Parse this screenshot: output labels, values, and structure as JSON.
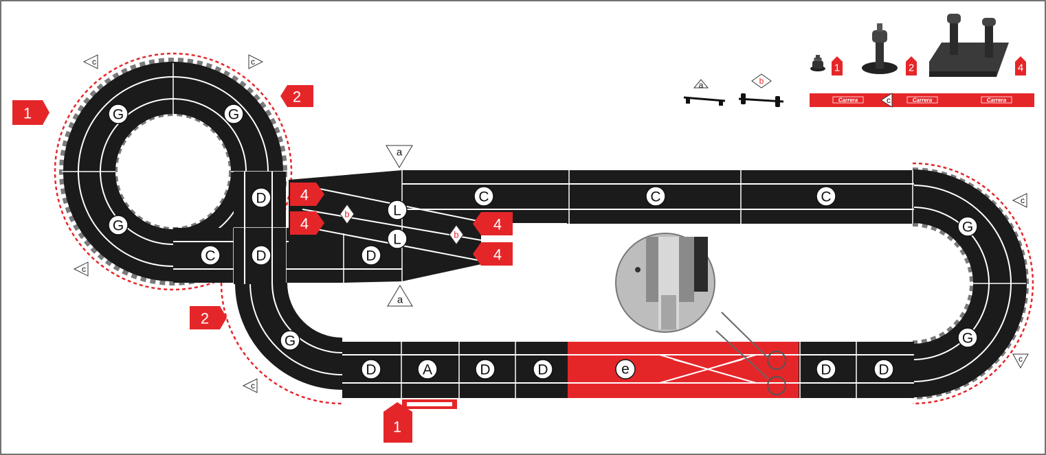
{
  "colors": {
    "track": "#1b1b1b",
    "lane": "#ffffff",
    "accent": "#e52629",
    "curb": "#777777",
    "border": "#444444"
  },
  "labels": {
    "G": "G",
    "C": "C",
    "D": "D",
    "L": "L",
    "A": "A",
    "e": "e",
    "n1": "1",
    "n2": "2",
    "n4": "4",
    "a": "a",
    "b": "b",
    "c": "c"
  },
  "legend": {
    "support_sizes": [
      "1",
      "2",
      "4"
    ],
    "crossing_supports": [
      "a",
      "b"
    ],
    "border_clip": "c",
    "border_brand": "Carrera"
  }
}
